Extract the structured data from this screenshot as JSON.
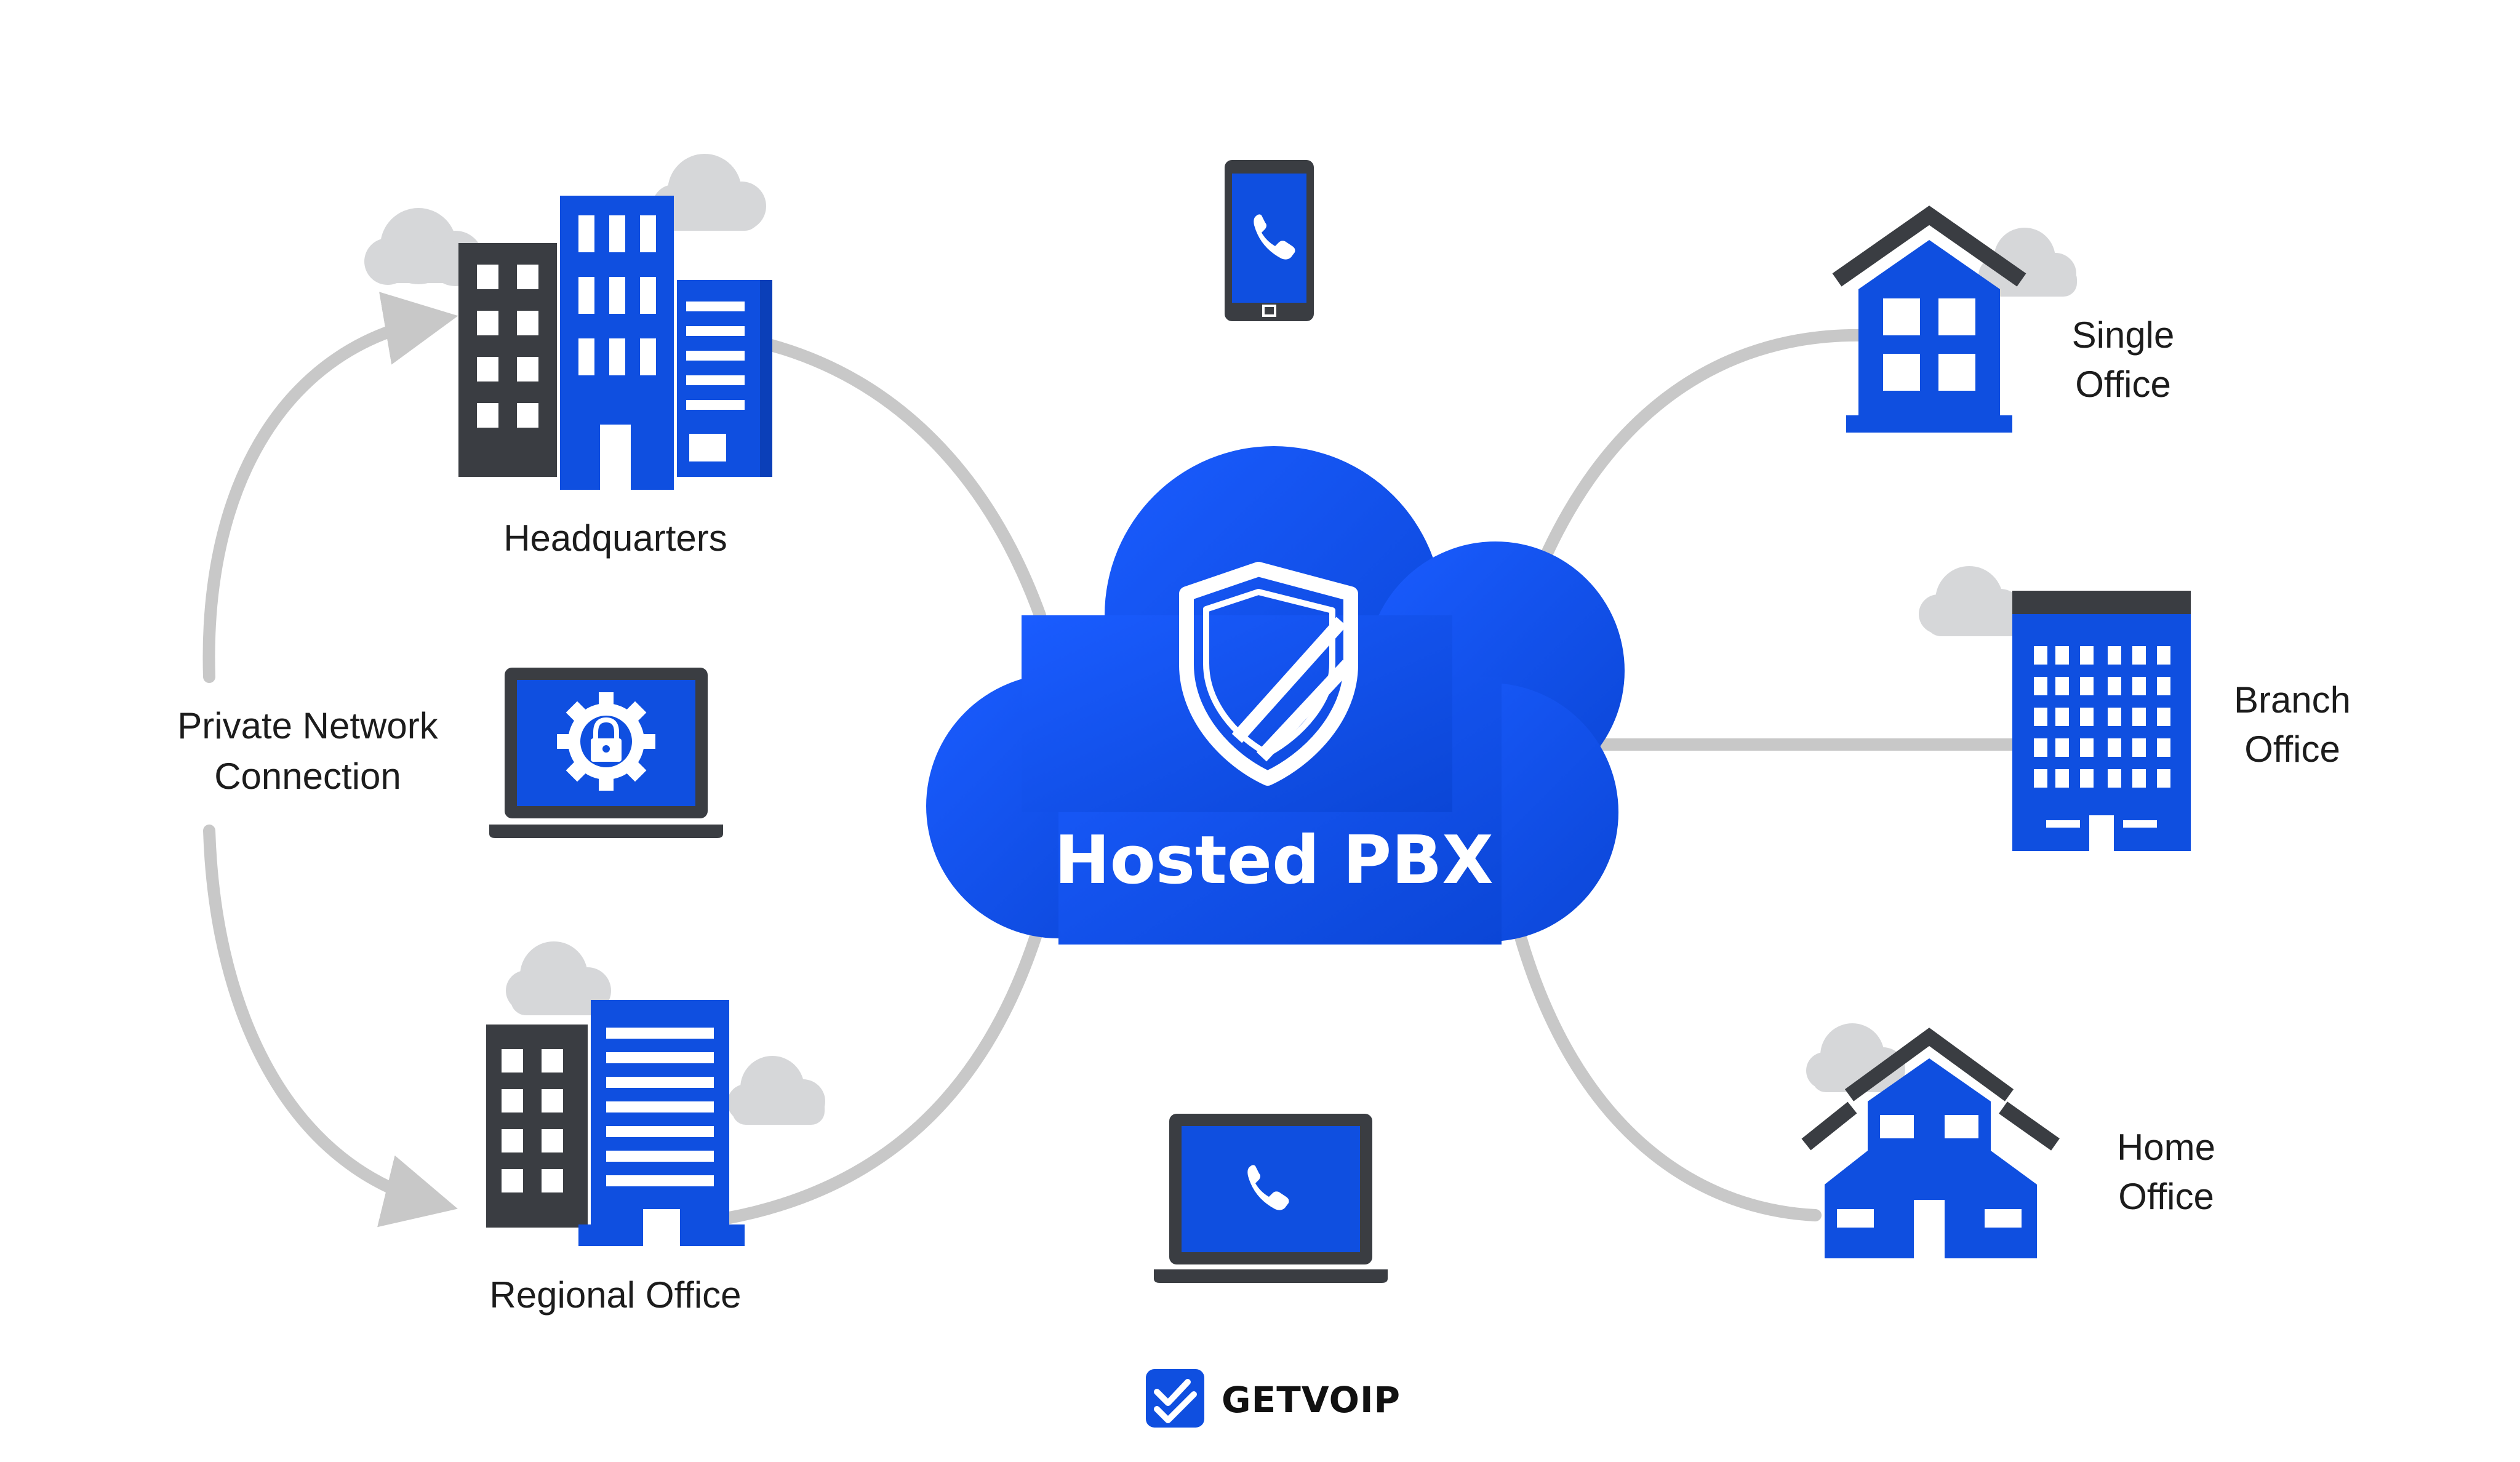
{
  "center": {
    "title": "Hosted PBX",
    "icon": "shield-icon"
  },
  "nodes": {
    "headquarters": "Headquarters",
    "regional_office": "Regional Office",
    "private_network": [
      "Private Network",
      "Connection"
    ],
    "single_office": [
      "Single",
      "Office"
    ],
    "branch_office": [
      "Branch",
      "Office"
    ],
    "home_office": [
      "Home",
      "Office"
    ]
  },
  "brand": {
    "name": "GETVOIP"
  },
  "colors": {
    "blue": "#0f4fe0",
    "dark": "#3a3d42",
    "cloud": "#d6d7d9",
    "connector": "#c8c8c8"
  }
}
